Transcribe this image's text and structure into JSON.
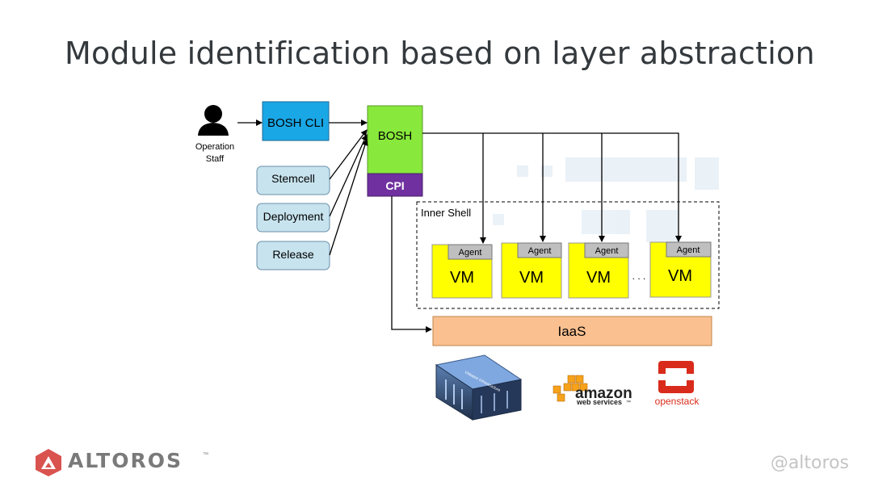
{
  "title": "Module identification based on layer abstraction",
  "diagram": {
    "operator_line1": "Operation",
    "operator_line2": "Staff",
    "bosh_cli": "BOSH CLI",
    "stemcell": "Stemcell",
    "deployment": "Deployment",
    "release": "Release",
    "bosh": "BOSH",
    "cpi": "CPI",
    "inner_shell": "Inner Shell",
    "vms": [
      {
        "vm": "VM",
        "agent": "Agent"
      },
      {
        "vm": "VM",
        "agent": "Agent"
      },
      {
        "vm": "VM",
        "agent": "Agent"
      },
      {
        "vm": "VM",
        "agent": "Agent"
      }
    ],
    "ellipsis": ". . .",
    "iaas": "IaaS"
  },
  "providers": {
    "vmware_label": "VMware Infrastructure",
    "amazon_line1": "amazon",
    "amazon_line2": "web services",
    "amazon_tm": "™",
    "openstack": "openstack"
  },
  "footer": {
    "brand": "ALTOROS",
    "brand_tm": "™",
    "handle": "@altoros"
  },
  "colors": {
    "bosh_cli": "#1aa7e6",
    "bosh": "#88e83b",
    "cpi": "#7030a0",
    "input_box": "#c7e3ee",
    "vm": "#ffff00",
    "agent": "#bfbfbf",
    "iaas": "#fac090",
    "brand": "#d9534f"
  }
}
